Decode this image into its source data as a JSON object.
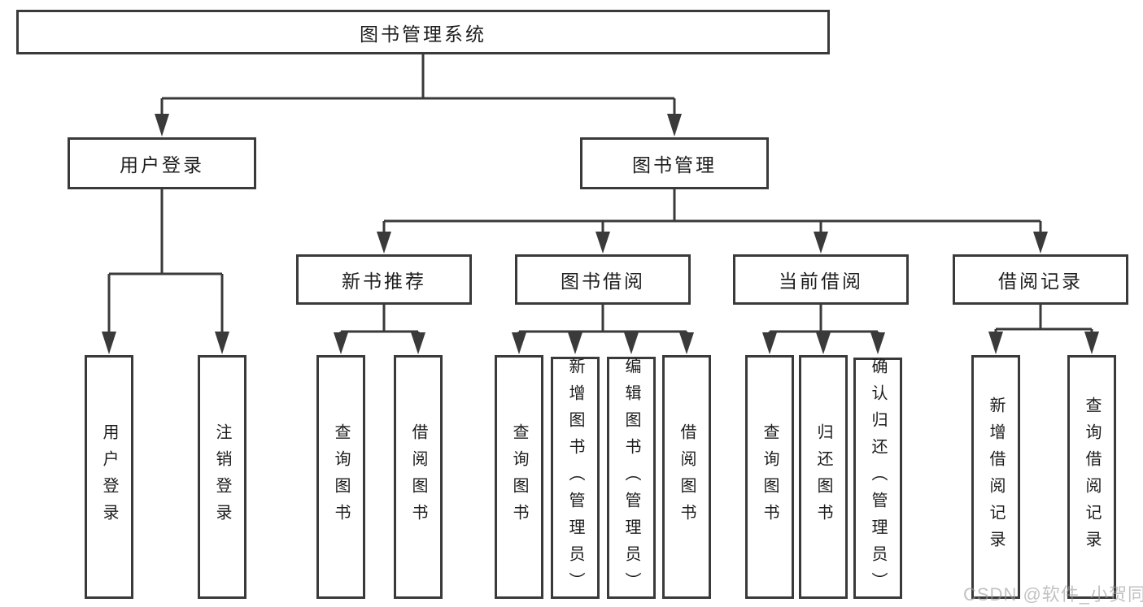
{
  "tree": {
    "label": "图书管理系统",
    "children": [
      {
        "label": "用户登录",
        "children": [
          {
            "label": "用户登录"
          },
          {
            "label": "注销登录"
          }
        ]
      },
      {
        "label": "图书管理",
        "children": [
          {
            "label": "新书推荐",
            "children": [
              {
                "label": "查询图书"
              },
              {
                "label": "借阅图书"
              }
            ]
          },
          {
            "label": "图书借阅",
            "children": [
              {
                "label": "查询图书"
              },
              {
                "label": "新增图书（管理员）"
              },
              {
                "label": "编辑图书（管理员）"
              },
              {
                "label": "借阅图书"
              }
            ]
          },
          {
            "label": "当前借阅",
            "children": [
              {
                "label": "查询图书"
              },
              {
                "label": "归还图书"
              },
              {
                "label": "确认归还（管理员）"
              }
            ]
          },
          {
            "label": "借阅记录",
            "children": [
              {
                "label": "新增借阅记录"
              },
              {
                "label": "查询借阅记录"
              }
            ]
          }
        ]
      }
    ]
  },
  "watermark": {
    "text": "CSDN @软件_小贺同学"
  },
  "colors": {
    "line": "#3a3a3a",
    "text": "#1d1d1d",
    "background": "#ffffff",
    "watermark": "#9d9d9d"
  }
}
